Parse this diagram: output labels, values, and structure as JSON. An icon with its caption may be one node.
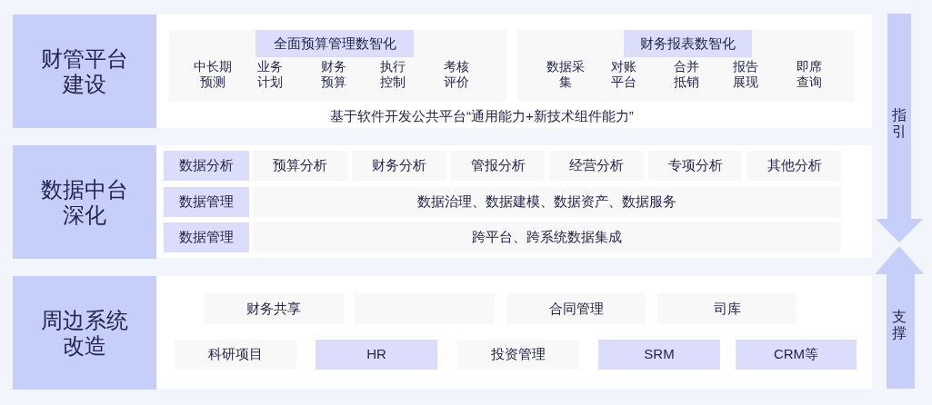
{
  "diagram": {
    "nodes": [
      {
        "text": [
          "财管平台建设"
        ]
      },
      {
        "text": [
          "基于软件开发公共平台“通用能力+新技术组件能力”"
        ]
      },
      {
        "text": [
          "中长期预测",
          "业务计划",
          "财务预算",
          "执行控制",
          "考核评价"
        ],
        "in": 1
      },
      {
        "text": [
          "全面预算管理数智化"
        ],
        "in": 2
      },
      {
        "text": [
          "数据采集",
          "对账平台",
          "合并抵销",
          "报告展现",
          "即席查询"
        ],
        "in": 1
      },
      {
        "text": [
          "财务报表数智化"
        ],
        "in": 4
      },
      {
        "text": [
          "指引"
        ]
      },
      {
        "text": [
          "数据中台深化"
        ]
      },
      {
        "text": [],
        "shape": "box"
      },
      {
        "text": [
          "数据分析"
        ],
        "in": 8
      },
      {
        "text": [
          "预算分析"
        ],
        "in": 8
      },
      {
        "text": [
          "财务分析"
        ],
        "in": 8
      },
      {
        "text": [
          "管报分析"
        ],
        "in": 8
      },
      {
        "text": [
          "经营分析"
        ],
        "in": 8
      },
      {
        "text": [
          "专项分析"
        ],
        "in": 8
      },
      {
        "text": [
          "其他分析"
        ],
        "in": 8
      },
      {
        "text": [
          "数据管理"
        ],
        "in": 8
      },
      {
        "text": [
          "数据治理、数据建模、数据资产、数据服务"
        ],
        "in": 8
      },
      {
        "text": [
          "数据管理"
        ],
        "in": 8
      },
      {
        "text": [
          "跨平台、跨系统数据集成"
        ],
        "in": 8
      },
      {
        "text": [
          "周边系统改造"
        ]
      },
      {
        "text": [],
        "shape": "box"
      },
      {
        "text": [
          "财务共享"
        ],
        "in": 21
      },
      {
        "text": [],
        "shape": "box",
        "in": 21
      },
      {
        "text": [
          "合同管理"
        ],
        "in": 21
      },
      {
        "text": [
          "司库"
        ],
        "in": 21
      },
      {
        "text": [
          "科研项目"
        ],
        "in": 21
      },
      {
        "text": [
          "HR"
        ],
        "in": 21
      },
      {
        "text": [
          "投资管理"
        ],
        "in": 21
      },
      {
        "text": [
          "SRM"
        ],
        "in": 21
      },
      {
        "text": [
          "CRM等"
        ],
        "in": 21
      },
      {
        "text": [
          "支撑"
        ]
      }
    ]
  }
}
